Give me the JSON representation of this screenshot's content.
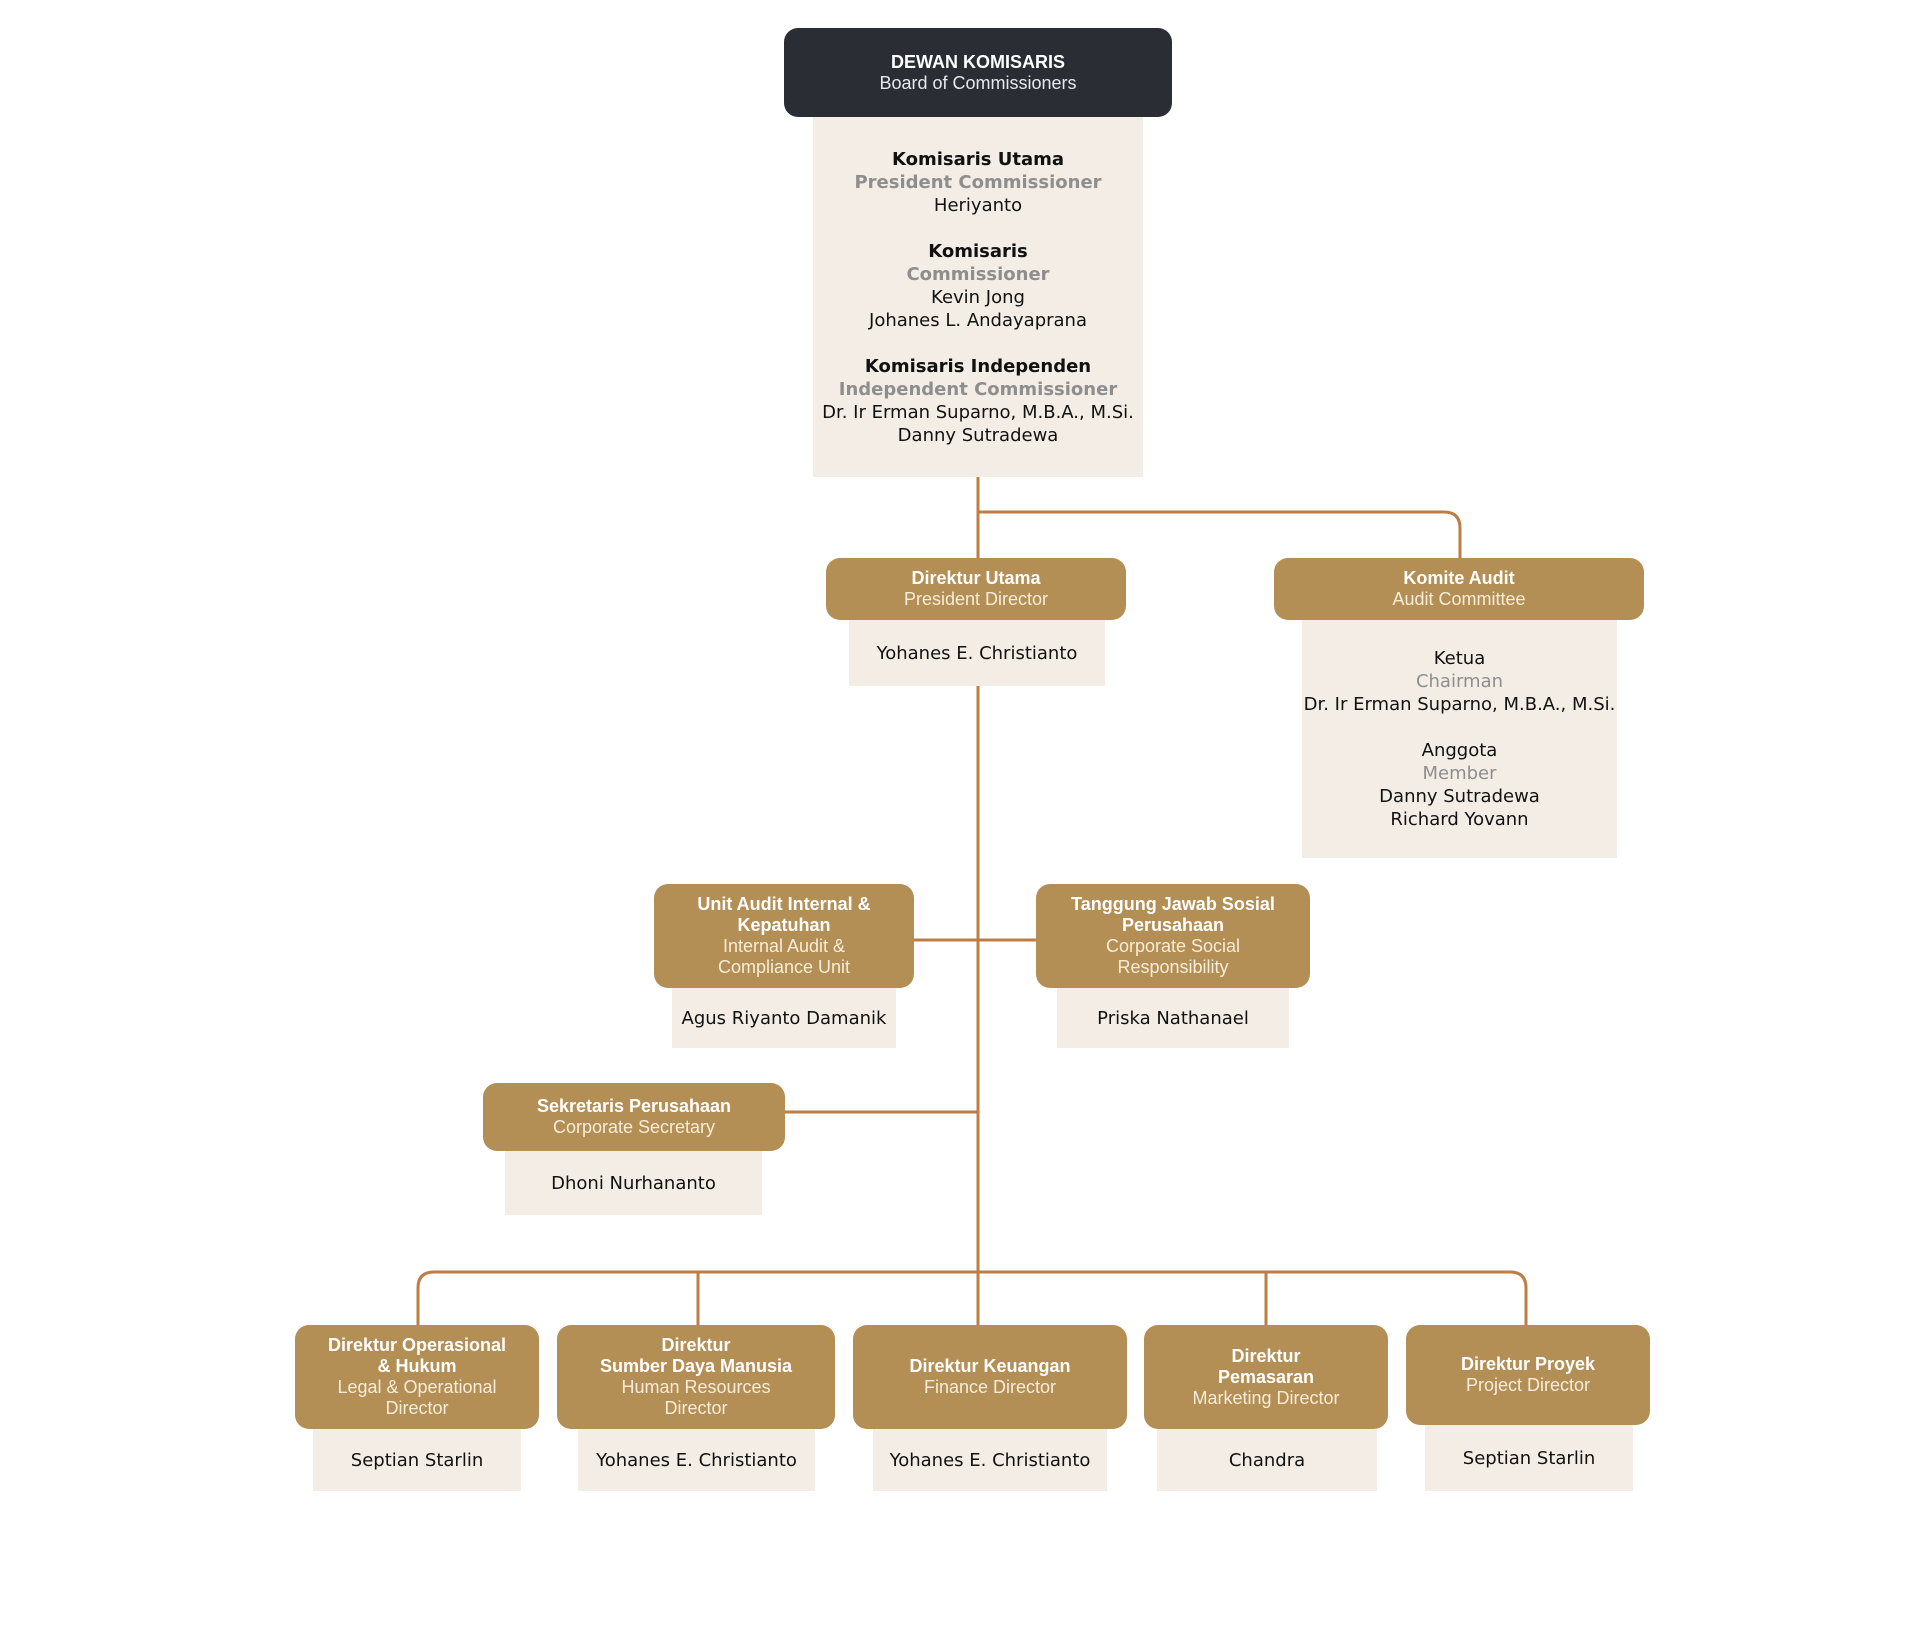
{
  "colors": {
    "connector": "#c07c45",
    "dark_header": "#2b2d35",
    "gold_header": "#b38f55",
    "name_box": "#f3ede5"
  },
  "board": {
    "title": "DEWAN KOMISARIS",
    "subtitle": "Board of Commissioners",
    "president_title_id": "Komisaris Utama",
    "president_title_en": "President Commissioner",
    "president_name": "Heriyanto",
    "commissioner_title_id": "Komisaris",
    "commissioner_title_en": "Commissioner",
    "commissioner_names": [
      "Kevin Jong",
      "Johanes L. Andayaprana"
    ],
    "independent_title_id": "Komisaris Independen",
    "independent_title_en": "Independent Commissioner",
    "independent_names": [
      "Dr. Ir Erman Suparno, M.B.A., M.Si.",
      "Danny Sutradewa"
    ]
  },
  "president_director": {
    "title": "Direktur Utama",
    "subtitle": "President Director",
    "name": "Yohanes E. Christianto"
  },
  "audit_committee": {
    "title": "Komite Audit",
    "subtitle": "Audit Committee",
    "chair_id": "Ketua",
    "chair_en": "Chairman",
    "chair_name": "Dr. Ir Erman Suparno, M.B.A., M.Si.",
    "member_id": "Anggota",
    "member_en": "Member",
    "member_names": [
      "Danny Sutradewa",
      "Richard Yovann"
    ]
  },
  "internal_audit": {
    "title_lines": [
      "Unit Audit Internal &",
      "Kepatuhan"
    ],
    "subtitle_lines": [
      "Internal Audit &",
      "Compliance Unit"
    ],
    "name": "Agus Riyanto Damanik"
  },
  "csr": {
    "title_lines": [
      "Tanggung Jawab Sosial",
      "Perusahaan"
    ],
    "subtitle_lines": [
      "Corporate Social",
      "Responsibility"
    ],
    "name": "Priska Nathanael"
  },
  "corporate_secretary": {
    "title": "Sekretaris Perusahaan",
    "subtitle": "Corporate Secretary",
    "name": "Dhoni Nurhananto"
  },
  "directors": [
    {
      "title_lines": [
        "Direktur Operasional",
        "& Hukum"
      ],
      "subtitle_lines": [
        "Legal & Operational",
        "Director"
      ],
      "name": "Septian Starlin"
    },
    {
      "title_lines": [
        "Direktur",
        "Sumber Daya Manusia"
      ],
      "subtitle_lines": [
        "Human Resources",
        "Director"
      ],
      "name": "Yohanes E. Christianto"
    },
    {
      "title_lines": [
        "Direktur Keuangan"
      ],
      "subtitle_lines": [
        "Finance Director"
      ],
      "name": "Yohanes E. Christianto"
    },
    {
      "title_lines": [
        "Direktur",
        "Pemasaran"
      ],
      "subtitle_lines": [
        "Marketing Director"
      ],
      "name": "Chandra"
    },
    {
      "title_lines": [
        "Direktur Proyek"
      ],
      "subtitle_lines": [
        "Project Director"
      ],
      "name": "Septian Starlin"
    }
  ]
}
